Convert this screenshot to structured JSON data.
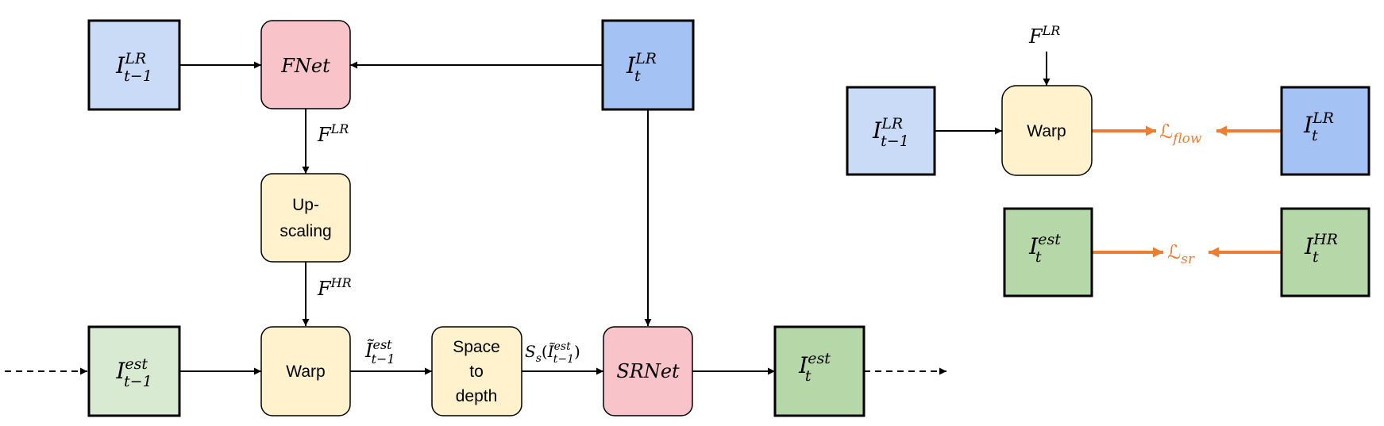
{
  "colors": {
    "frame_light_blue": "#c9dbf7",
    "frame_mid_blue": "#a4c2f4",
    "frame_pink": "#f8c3c9",
    "frame_yellow": "#fff2cc",
    "frame_light_green": "#d9ead3",
    "frame_mid_green": "#b6d7a8",
    "loss_orange": "#ed7d31",
    "line": "#000000"
  },
  "nodes": {
    "i_prev_lr": {
      "base": "I",
      "sup": "LR",
      "sub": "t−1"
    },
    "fnet": {
      "label": "FNet"
    },
    "i_t_lr": {
      "base": "I",
      "sup": "LR",
      "sub": "t"
    },
    "upscaling": {
      "line1": "Up-",
      "line2": "scaling"
    },
    "i_prev_est": {
      "base": "I",
      "sup": "est",
      "sub": "t−1"
    },
    "warp": {
      "label": "Warp"
    },
    "space_to_depth": {
      "line1": "Space",
      "line2": "to",
      "line3": "depth"
    },
    "srnet": {
      "label": "SRNet"
    },
    "i_t_est": {
      "base": "I",
      "sup": "est",
      "sub": "t"
    },
    "loss_flow_prev_lr": {
      "base": "I",
      "sup": "LR",
      "sub": "t−1"
    },
    "loss_flow_warp": {
      "label": "Warp"
    },
    "loss_flow_t_lr": {
      "base": "I",
      "sup": "LR",
      "sub": "t"
    },
    "loss_sr_est": {
      "base": "I",
      "sup": "est",
      "sub": "t"
    },
    "loss_sr_hr": {
      "base": "I",
      "sup": "HR",
      "sub": "t"
    }
  },
  "edge_labels": {
    "f_lr": {
      "base": "F",
      "sup": "LR"
    },
    "f_hr": {
      "base": "F",
      "sup": "HR"
    },
    "warped_prev": {
      "base": "Ĩ",
      "sup": "est",
      "sub": "t−1"
    },
    "s2d_output": {
      "func": "S",
      "func_sub": "s",
      "open": "(",
      "base": "Ĩ",
      "sup": "est",
      "sub": "t−1",
      "close": ")"
    },
    "loss_f_lr": {
      "base": "F",
      "sup": "LR"
    },
    "loss_flow": {
      "base": "ℒ",
      "sub": "flow"
    },
    "loss_sr": {
      "base": "ℒ",
      "sub": "sr"
    }
  }
}
